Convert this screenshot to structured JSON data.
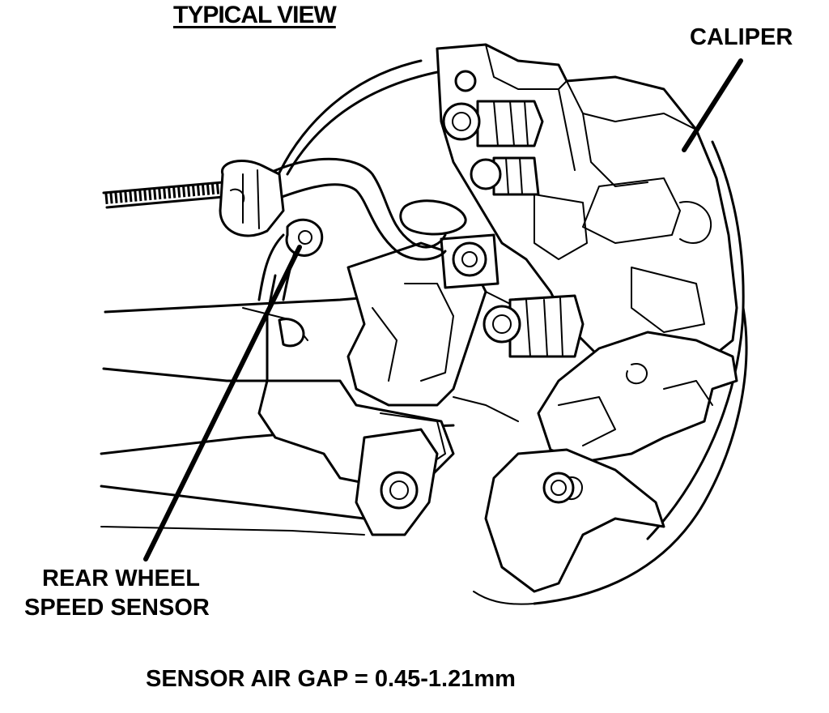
{
  "diagram": {
    "title": "TYPICAL VIEW",
    "labels": {
      "caliper": "CALIPER",
      "sensor_line1": "REAR WHEEL",
      "sensor_line2": "SPEED SENSOR"
    },
    "spec": "SENSOR AIR GAP  = 0.45-1.21mm"
  }
}
